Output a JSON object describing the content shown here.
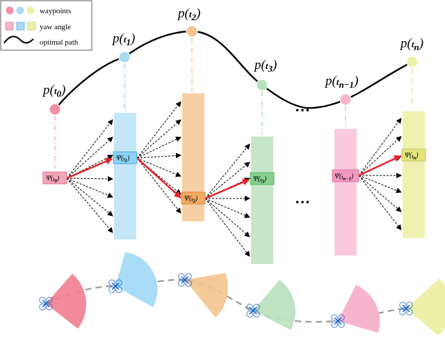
{
  "legend": {
    "waypoints_label": "waypoints",
    "yaw_label": "yaw angle",
    "path_label": "optimal path"
  },
  "colors": {
    "pink": "#f08fa0",
    "blue": "#a9dcf6",
    "orange": "#f4c48e",
    "green": "#b8e0bd",
    "lightpink": "#f7b4cd",
    "yellow": "#eef0a8",
    "dashed_arrow": "#000000",
    "optimal_arrow": "#e8202a",
    "drone": "#1e63c8"
  },
  "waypoints": [
    {
      "label": "p(",
      "sub": "t",
      "idx": "0",
      "close": ")"
    },
    {
      "label": "p(",
      "sub": "t",
      "idx": "1",
      "close": ")"
    },
    {
      "label": "p(",
      "sub": "t",
      "idx": "2",
      "close": ")"
    },
    {
      "label": "p(",
      "sub": "t",
      "idx": "3",
      "close": ")"
    },
    {
      "label": "p(",
      "sub": "t",
      "idx": "n−1",
      "close": ")"
    },
    {
      "label": "p(",
      "sub": "t",
      "idx": "n",
      "close": ")"
    }
  ],
  "yaw_nodes": [
    {
      "psi": "Ψ(",
      "sub": "t",
      "idx": "0",
      "close": ")"
    },
    {
      "psi": "Ψ(",
      "sub": "t",
      "idx": "1",
      "close": ")"
    },
    {
      "psi": "Ψ(",
      "sub": "t",
      "idx": "2",
      "close": ")"
    },
    {
      "psi": "Ψ(",
      "sub": "t",
      "idx": "3",
      "close": ")"
    },
    {
      "psi": "Ψ(",
      "sub": "t",
      "idx": "n−1",
      "close": ")"
    },
    {
      "psi": "Ψ(",
      "sub": "t",
      "idx": "n",
      "close": ")"
    }
  ],
  "ellipsis": "…"
}
